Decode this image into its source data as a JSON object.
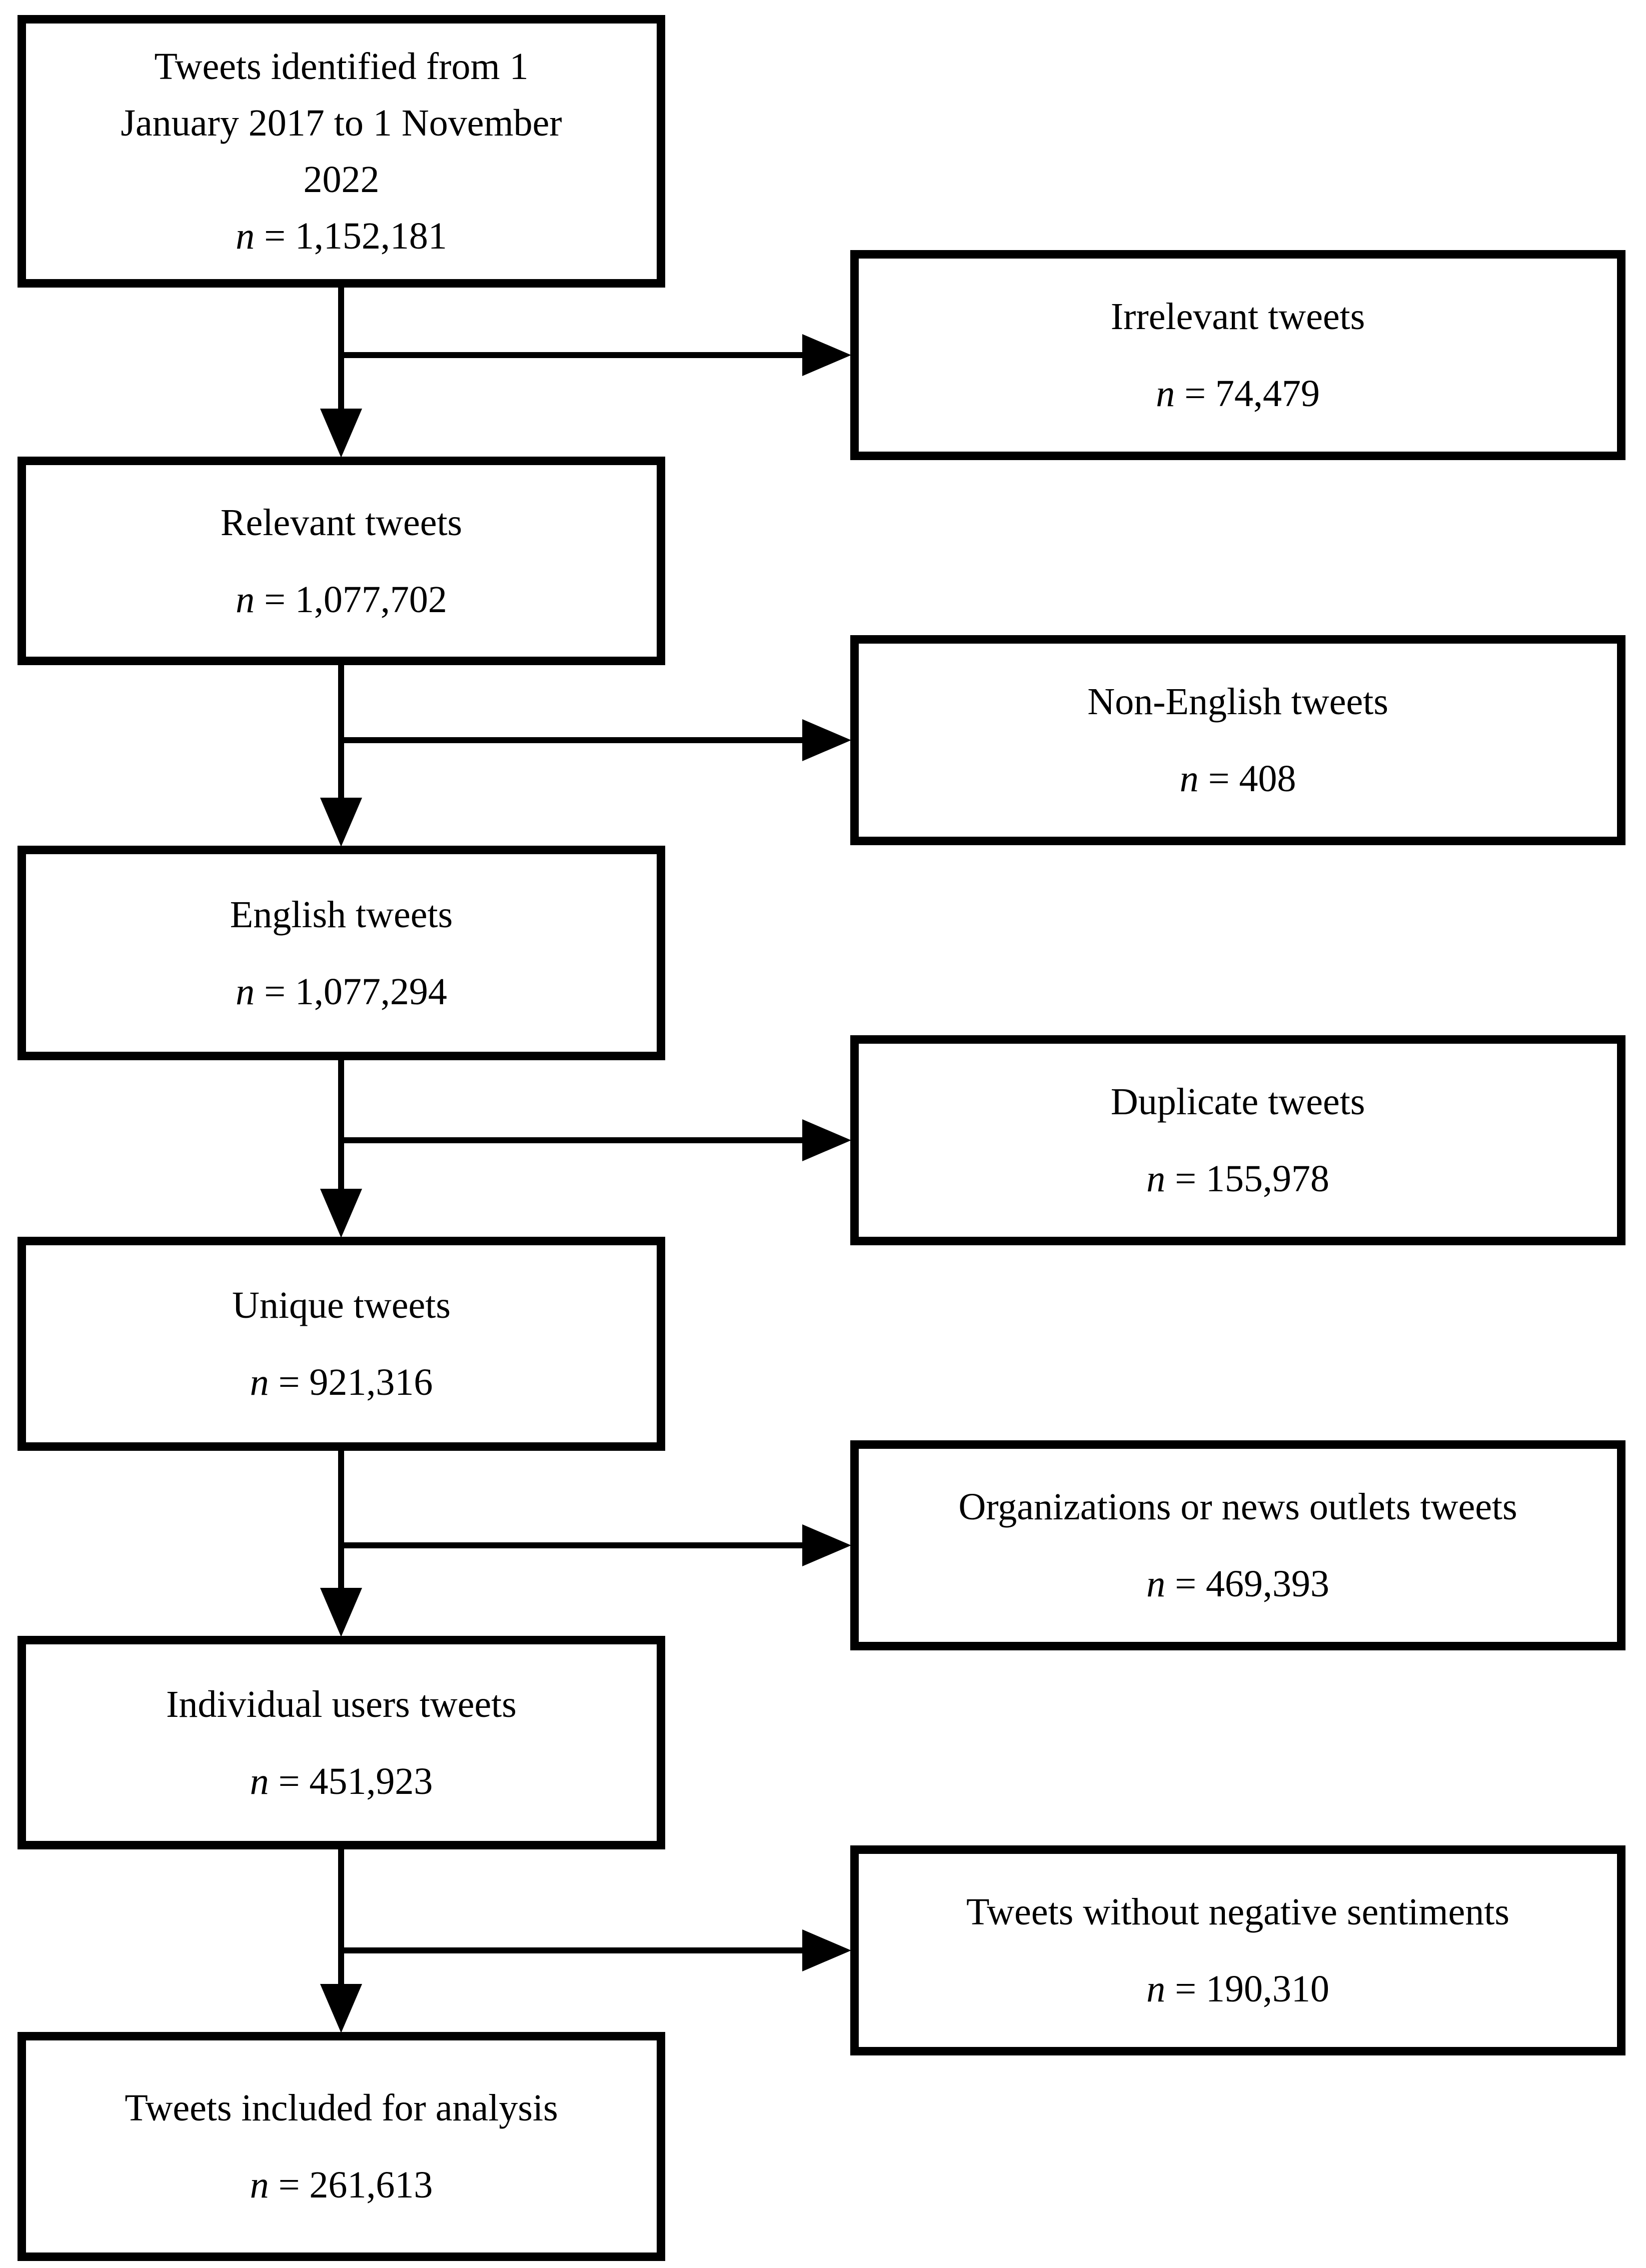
{
  "diagram": {
    "kind": "study-selection-flowchart",
    "colors": {
      "background": "#ffffff",
      "border": "#000000",
      "text": "#000000"
    },
    "left_boxes": [
      {
        "lines": [
          "Tweets identified from 1",
          "January 2017 to 1 November",
          "2022"
        ],
        "n_symbol": "n",
        "n_rest": " = 1,152,181"
      },
      {
        "lines": [
          "Relevant tweets"
        ],
        "n_symbol": "n",
        "n_rest": " = 1,077,702"
      },
      {
        "lines": [
          "English tweets"
        ],
        "n_symbol": "n",
        "n_rest": " = 1,077,294"
      },
      {
        "lines": [
          "Unique tweets"
        ],
        "n_symbol": "n",
        "n_rest": " = 921,316"
      },
      {
        "lines": [
          "Individual users tweets"
        ],
        "n_symbol": "n",
        "n_rest": " = 451,923"
      },
      {
        "lines": [
          "Tweets included for analysis"
        ],
        "n_symbol": "n",
        "n_rest": " = 261,613"
      }
    ],
    "right_boxes": [
      {
        "lines": [
          "Irrelevant tweets"
        ],
        "n_symbol": "n",
        "n_rest": " = 74,479"
      },
      {
        "lines": [
          "Non-English tweets"
        ],
        "n_symbol": "n",
        "n_rest": " = 408"
      },
      {
        "lines": [
          "Duplicate tweets"
        ],
        "n_symbol": "n",
        "n_rest": " = 155,978"
      },
      {
        "lines": [
          "Organizations or news outlets tweets"
        ],
        "n_symbol": "n",
        "n_rest": " = 469,393"
      },
      {
        "lines": [
          "Tweets without negative sentiments"
        ],
        "n_symbol": "n",
        "n_rest": " = 190,310"
      }
    ],
    "edges": [
      {
        "from": "Tweets identified from 1 January 2017 to 1 November 2022",
        "to": "Relevant tweets",
        "branch": "Irrelevant tweets"
      },
      {
        "from": "Relevant tweets",
        "to": "English tweets",
        "branch": "Non-English tweets"
      },
      {
        "from": "English tweets",
        "to": "Unique tweets",
        "branch": "Duplicate tweets"
      },
      {
        "from": "Unique tweets",
        "to": "Individual users tweets",
        "branch": "Organizations or news outlets tweets"
      },
      {
        "from": "Individual users tweets",
        "to": "Tweets included for analysis",
        "branch": "Tweets without negative sentiments"
      }
    ]
  }
}
